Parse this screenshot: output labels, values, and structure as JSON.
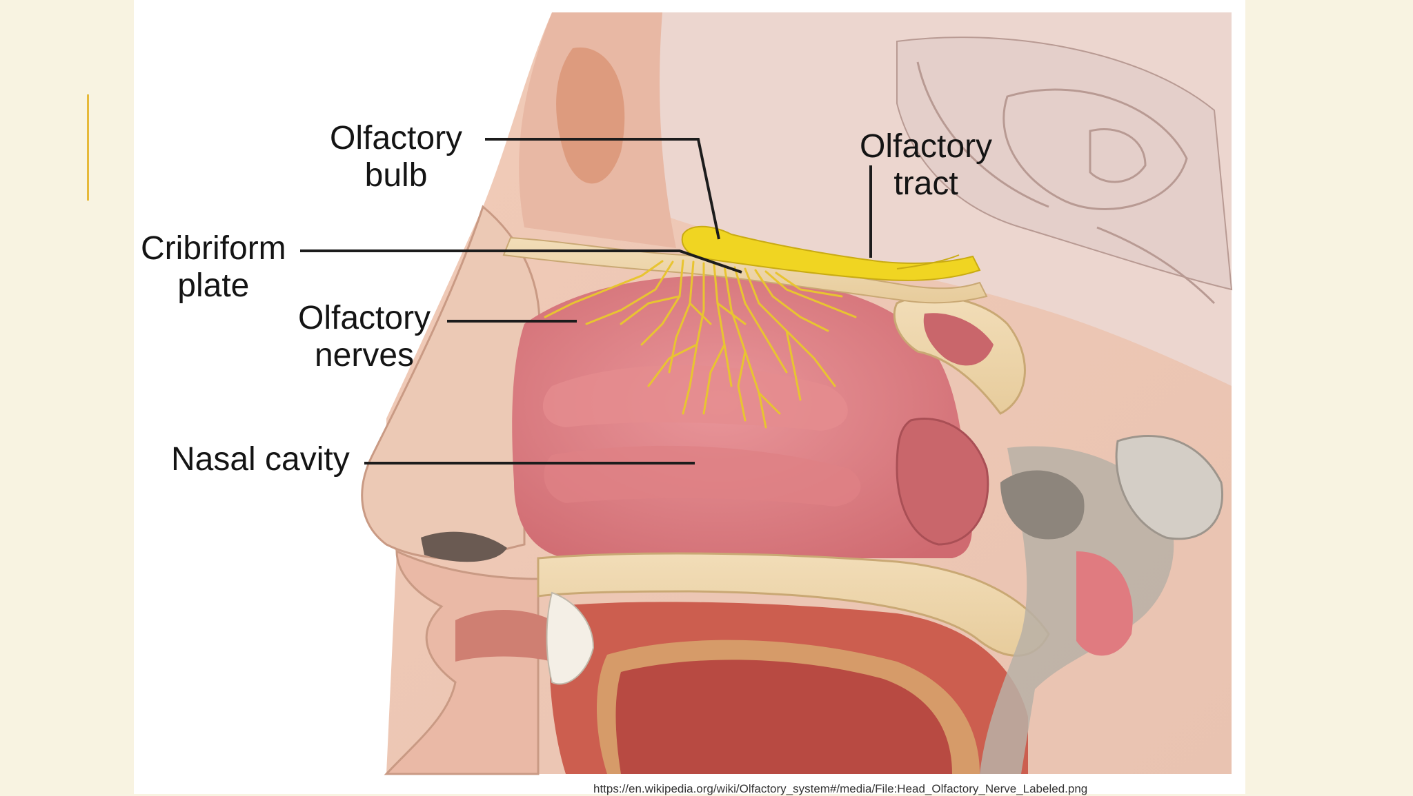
{
  "slide": {
    "accent_color": "#e6b93a",
    "background": "#f8f3e1"
  },
  "figure": {
    "labels": {
      "olfactory_bulb": [
        "Olfactory",
        "bulb"
      ],
      "olfactory_tract": [
        "Olfactory",
        "tract"
      ],
      "cribriform_plate": [
        "Cribriform",
        "plate"
      ],
      "olfactory_nerves": [
        "Olfactory",
        "nerves"
      ],
      "nasal_cavity": "Nasal cavity"
    },
    "source_url": "https://en.wikipedia.org/wiki/Olfactory_system#/media/File:Head_Olfactory_Nerve_Labeled.png"
  }
}
